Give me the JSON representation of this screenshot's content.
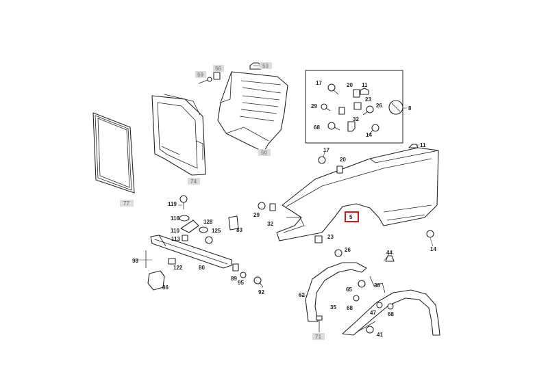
{
  "labels": {
    "l5": "5",
    "l8": "8",
    "l11a": "11",
    "l11b": "11",
    "l14a": "14",
    "l14b": "14",
    "l17a": "17",
    "l17b": "17",
    "l20a": "20",
    "l20b": "20",
    "l23a": "23",
    "l23b": "23",
    "l26a": "26",
    "l26b": "26",
    "l29a": "29",
    "l29b": "29",
    "l32a": "32",
    "l32b": "32",
    "l35": "35",
    "l38": "38",
    "l41": "41",
    "l44": "44",
    "l47": "47",
    "l50": "50",
    "l53": "53",
    "l56": "56",
    "l59": "59",
    "l62": "62",
    "l65": "65",
    "l68a": "68",
    "l68b": "68",
    "l68c": "68",
    "l71": "71",
    "l74": "74",
    "l77": "77",
    "l80": "80",
    "l83": "83",
    "l86": "86",
    "l89": "89",
    "l92": "92",
    "l95": "95",
    "l98": "98",
    "l110": "110",
    "l113": "113",
    "l116": "116",
    "l119": "119",
    "l122": "122",
    "l125": "125",
    "l128": "128"
  },
  "highlight": {
    "part": "5",
    "color": "#d01818"
  },
  "label_tag_color": "#dcdcdc"
}
